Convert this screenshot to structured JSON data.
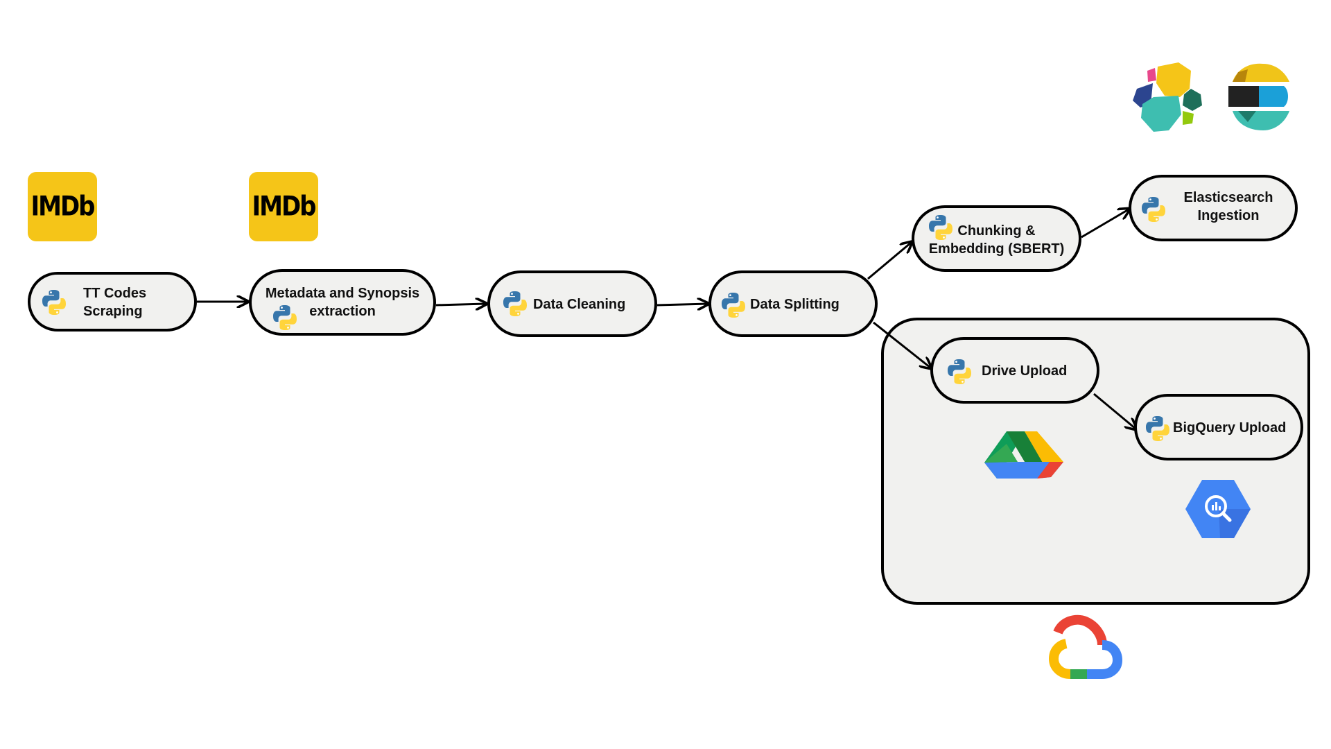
{
  "logos": {
    "imdb_1": "IMDb",
    "imdb_2": "IMDb"
  },
  "nodes": {
    "tt_codes": {
      "line1": "TT Codes",
      "line2": "Scraping"
    },
    "metadata": {
      "line1": "Metadata and Synopsis",
      "line2": "extraction"
    },
    "cleaning": {
      "label": "Data Cleaning"
    },
    "splitting": {
      "label": "Data Splitting"
    },
    "chunking": {
      "line1": "Chunking &",
      "line2": "Embedding (SBERT)"
    },
    "elastic": {
      "line1": "Elasticsearch",
      "line2": "Ingestion"
    },
    "drive": {
      "label": "Drive Upload"
    },
    "bigquery": {
      "label": "BigQuery Upload"
    }
  },
  "icons": [
    "python-icon",
    "imdb-logo",
    "kibana-logo",
    "elasticsearch-logo",
    "google-drive-logo",
    "bigquery-logo",
    "google-cloud-logo"
  ],
  "colors": {
    "imdb": "#f5c518",
    "node_bg": "#f1f1ef",
    "python_blue": "#3776ab",
    "python_yellow": "#ffd43b"
  }
}
